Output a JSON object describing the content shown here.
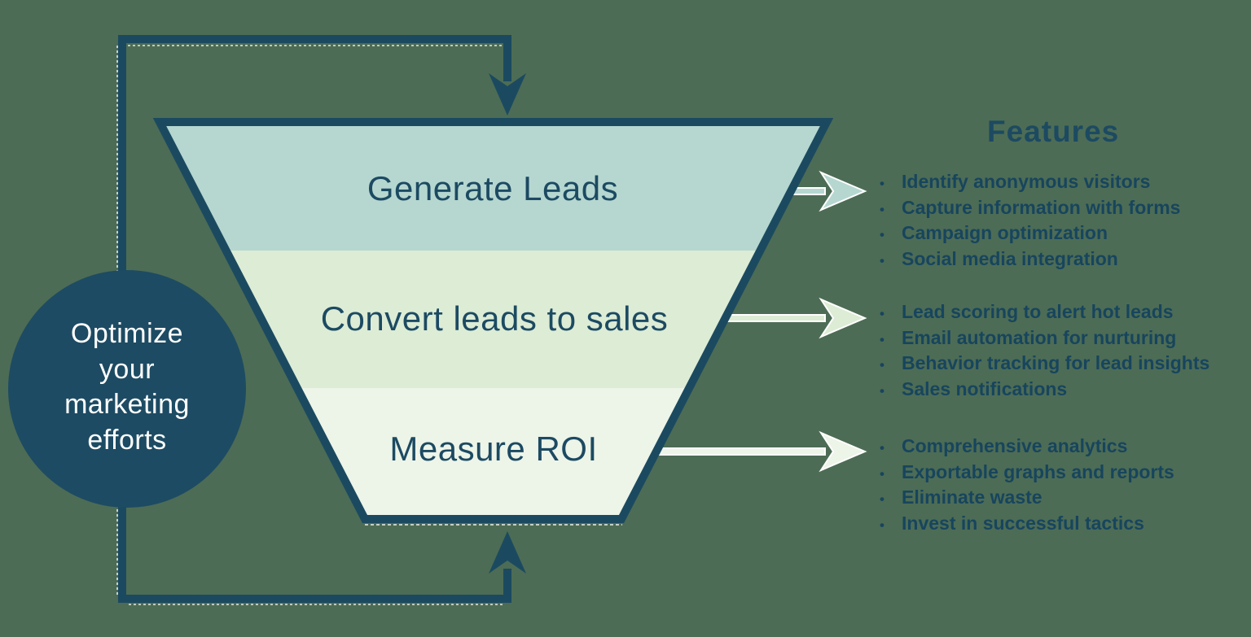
{
  "colors": {
    "background": "#4d6c55",
    "navy": "#1b4a60",
    "text_navy": "#1c4a62",
    "list_text": "#17455e",
    "circle_fill": "#1d4b63",
    "stage1_fill": "#b6d7d0",
    "stage2_fill": "#ddecd5",
    "stage3_fill": "#edf4e8",
    "white": "#ffffff"
  },
  "cycle_circle": {
    "lines": [
      "Optimize",
      "your",
      "marketing",
      "efforts"
    ]
  },
  "funnel": {
    "stages": [
      {
        "label": "Generate Leads"
      },
      {
        "label": "Convert leads to sales"
      },
      {
        "label": "Measure ROI"
      }
    ]
  },
  "features": {
    "title": "Features",
    "bullet_char": "•",
    "groups": [
      {
        "items": [
          "Identify anonymous visitors",
          "Capture information with forms",
          "Campaign optimization",
          "Social media integration"
        ]
      },
      {
        "items": [
          "Lead scoring to alert hot leads",
          "Email automation for nurturing",
          "Behavior tracking for lead insights",
          "Sales notifications"
        ]
      },
      {
        "items": [
          "Comprehensive analytics",
          "Exportable graphs and reports",
          "Eliminate waste",
          "Invest in successful tactics"
        ]
      }
    ]
  }
}
